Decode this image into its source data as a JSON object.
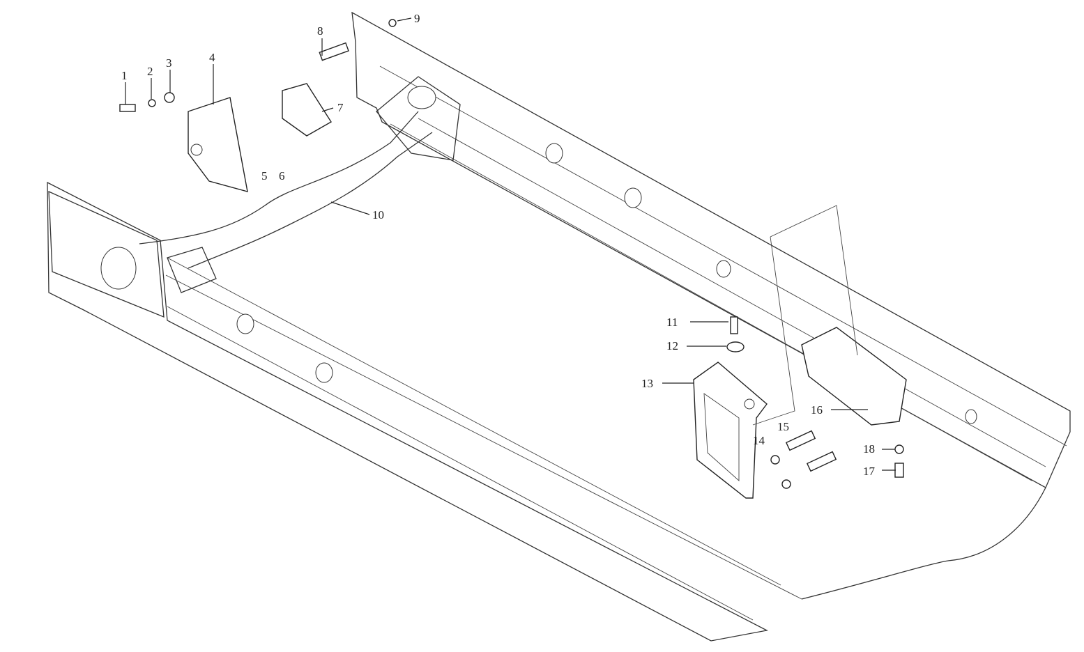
{
  "diagram": {
    "type": "exploded-parts-view",
    "callouts": [
      "1",
      "2",
      "3",
      "4",
      "5",
      "6",
      "7",
      "8",
      "9",
      "10",
      "11",
      "12",
      "13",
      "14",
      "15",
      "16",
      "17",
      "18"
    ]
  }
}
